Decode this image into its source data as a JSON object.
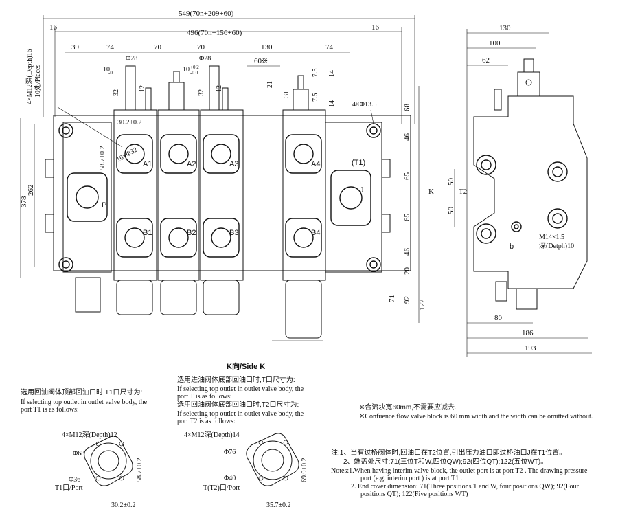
{
  "front_view": {
    "dims_top": [
      "549(70n+209+60)",
      "496(70n+156+60)",
      "16",
      "16"
    ],
    "dims_upper": [
      "39",
      "74",
      "70",
      "70",
      "130",
      "74",
      "60※"
    ],
    "dims_small": [
      "Φ28",
      "10",
      "-0.1",
      "Φ28",
      "10",
      "+0.2",
      "-0.0",
      "12",
      "12",
      "32",
      "32",
      "21",
      "31",
      "7.5",
      "14",
      "7.5",
      "14"
    ],
    "left_vertical": [
      "4×M12深(Depth)16",
      "10处/Places"
    ],
    "left_dims": [
      "378",
      "262"
    ],
    "right_dims": [
      "68",
      "46",
      "65",
      "65",
      "46",
      "20",
      "71",
      "92",
      "122"
    ],
    "callouts": [
      "30.2±0.2",
      "58.7±0.2",
      "10×Φ32",
      "4×Φ13.5"
    ],
    "ports": [
      "A1",
      "A2",
      "A3",
      "A4",
      "B1",
      "B2",
      "B3",
      "B4",
      "P",
      "J",
      "(T1)"
    ],
    "view_label": "K向/Side K"
  },
  "side_view": {
    "dims_top": [
      "130",
      "100",
      "62"
    ],
    "dims_bottom": [
      "80",
      "186",
      "193"
    ],
    "labels": [
      "K",
      "T2",
      "50",
      "50",
      "M14×1.5",
      "深(Detph)10",
      "b"
    ]
  },
  "t1_note": {
    "zh": "选用回油阀体顶部回油口时,T1口尺寸为:",
    "en1": "If selecting top outlet in outlet valve body, the",
    "en2": "port T1 is as follows:"
  },
  "t2_note": {
    "zh1": "选用进油阀体底部回油口时,T口尺寸为:",
    "en1": "If selecting top outlet in outlet valve body, the",
    "en2": "port T is as follows:",
    "zh2": "选用回油阀体底部回油口时,T2口尺寸为:",
    "en3": "If selecting top outlet in outlet valve body, the",
    "en4": "port T2 is as follows:"
  },
  "confluence_note": {
    "zh": "※合流块宽60mm,不需要应减去.",
    "en": "※Confuence flow valve block is 60 mm width and the width can be omitted without."
  },
  "flange_t1": {
    "title": "4×M12深(Depth)12",
    "d1": "Φ68",
    "d2": "Φ36",
    "port": "T1口/Port",
    "h": "58.7±0.2",
    "w": "30.2±0.2"
  },
  "flange_t2": {
    "title": "4×M12深(Depth)14",
    "d1": "Φ76",
    "d2": "Φ40",
    "port": "T(T2)口/Port",
    "h": "69.9±0.2",
    "w": "35.7±0.2"
  },
  "notes": {
    "zh1": "注:1、当有过桥阀体时,回油口在T2位置,引出压力油口即过桥油口J在T1位置。",
    "zh2": "2、端盖处尺寸:71(三位T和W,四位QW);92(四位QT);122(五位WT)。",
    "en1": "Notes:1.When having interim valve block, the outlet port is at port T2 . The drawing pressure",
    "en2": "port (e.g. interim port ) is at port T1 .",
    "en3": "2. End cover dimension: 71(Three positions T and W, four positions QW); 92(Four",
    "en4": "positions QT);  122(Five positions WT)"
  }
}
